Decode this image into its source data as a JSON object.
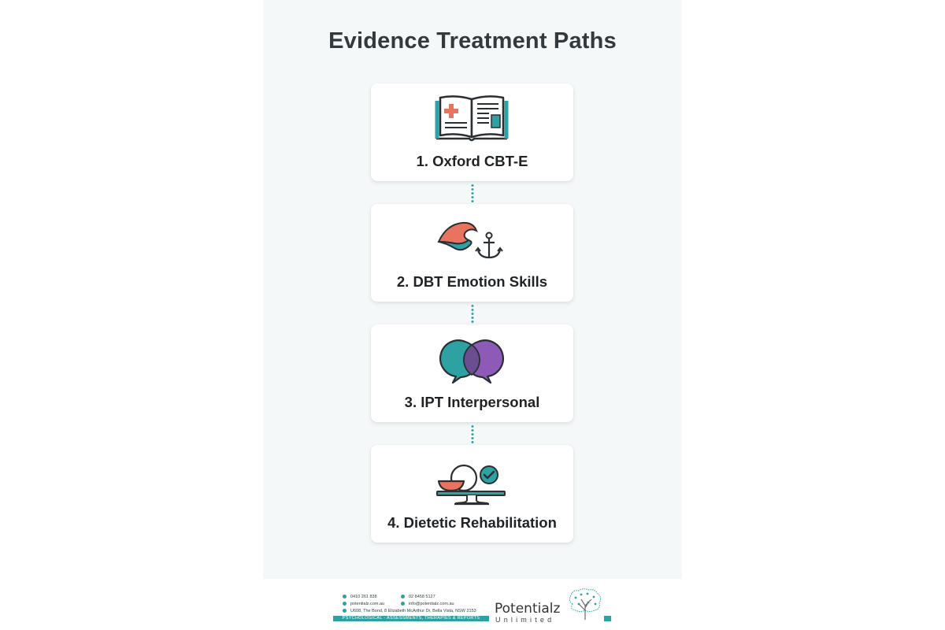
{
  "title": "Evidence Treatment Paths",
  "paths": [
    {
      "label": "1. Oxford CBT-E",
      "icon": "open-book-medical-icon"
    },
    {
      "label": "2. DBT Emotion Skills",
      "icon": "wave-anchor-icon"
    },
    {
      "label": "3. IPT Interpersonal",
      "icon": "speech-bubbles-icon"
    },
    {
      "label": "4. Dietetic Rehabilitation",
      "icon": "balanced-plate-icon"
    }
  ],
  "colors": {
    "accent": "#2ea1a3",
    "coral": "#e8735f",
    "purple": "#8e5ab8",
    "dark": "#2a2f33"
  },
  "footer": {
    "phone": "0410 261 838",
    "website": "potentialz.com.au",
    "address": "U608, The Bond, 8 Elizabeth McArthur Dr, Bella Vista, NSW 2153",
    "fax": "02 8458 5127",
    "email": "info@potentialz.com.au",
    "tagline": "PSYCHOLOGICAL - ASSESSMENTS, THERAPIES & REPORTS",
    "brand_name": "Potentialz",
    "brand_sub": "Unlimited"
  }
}
